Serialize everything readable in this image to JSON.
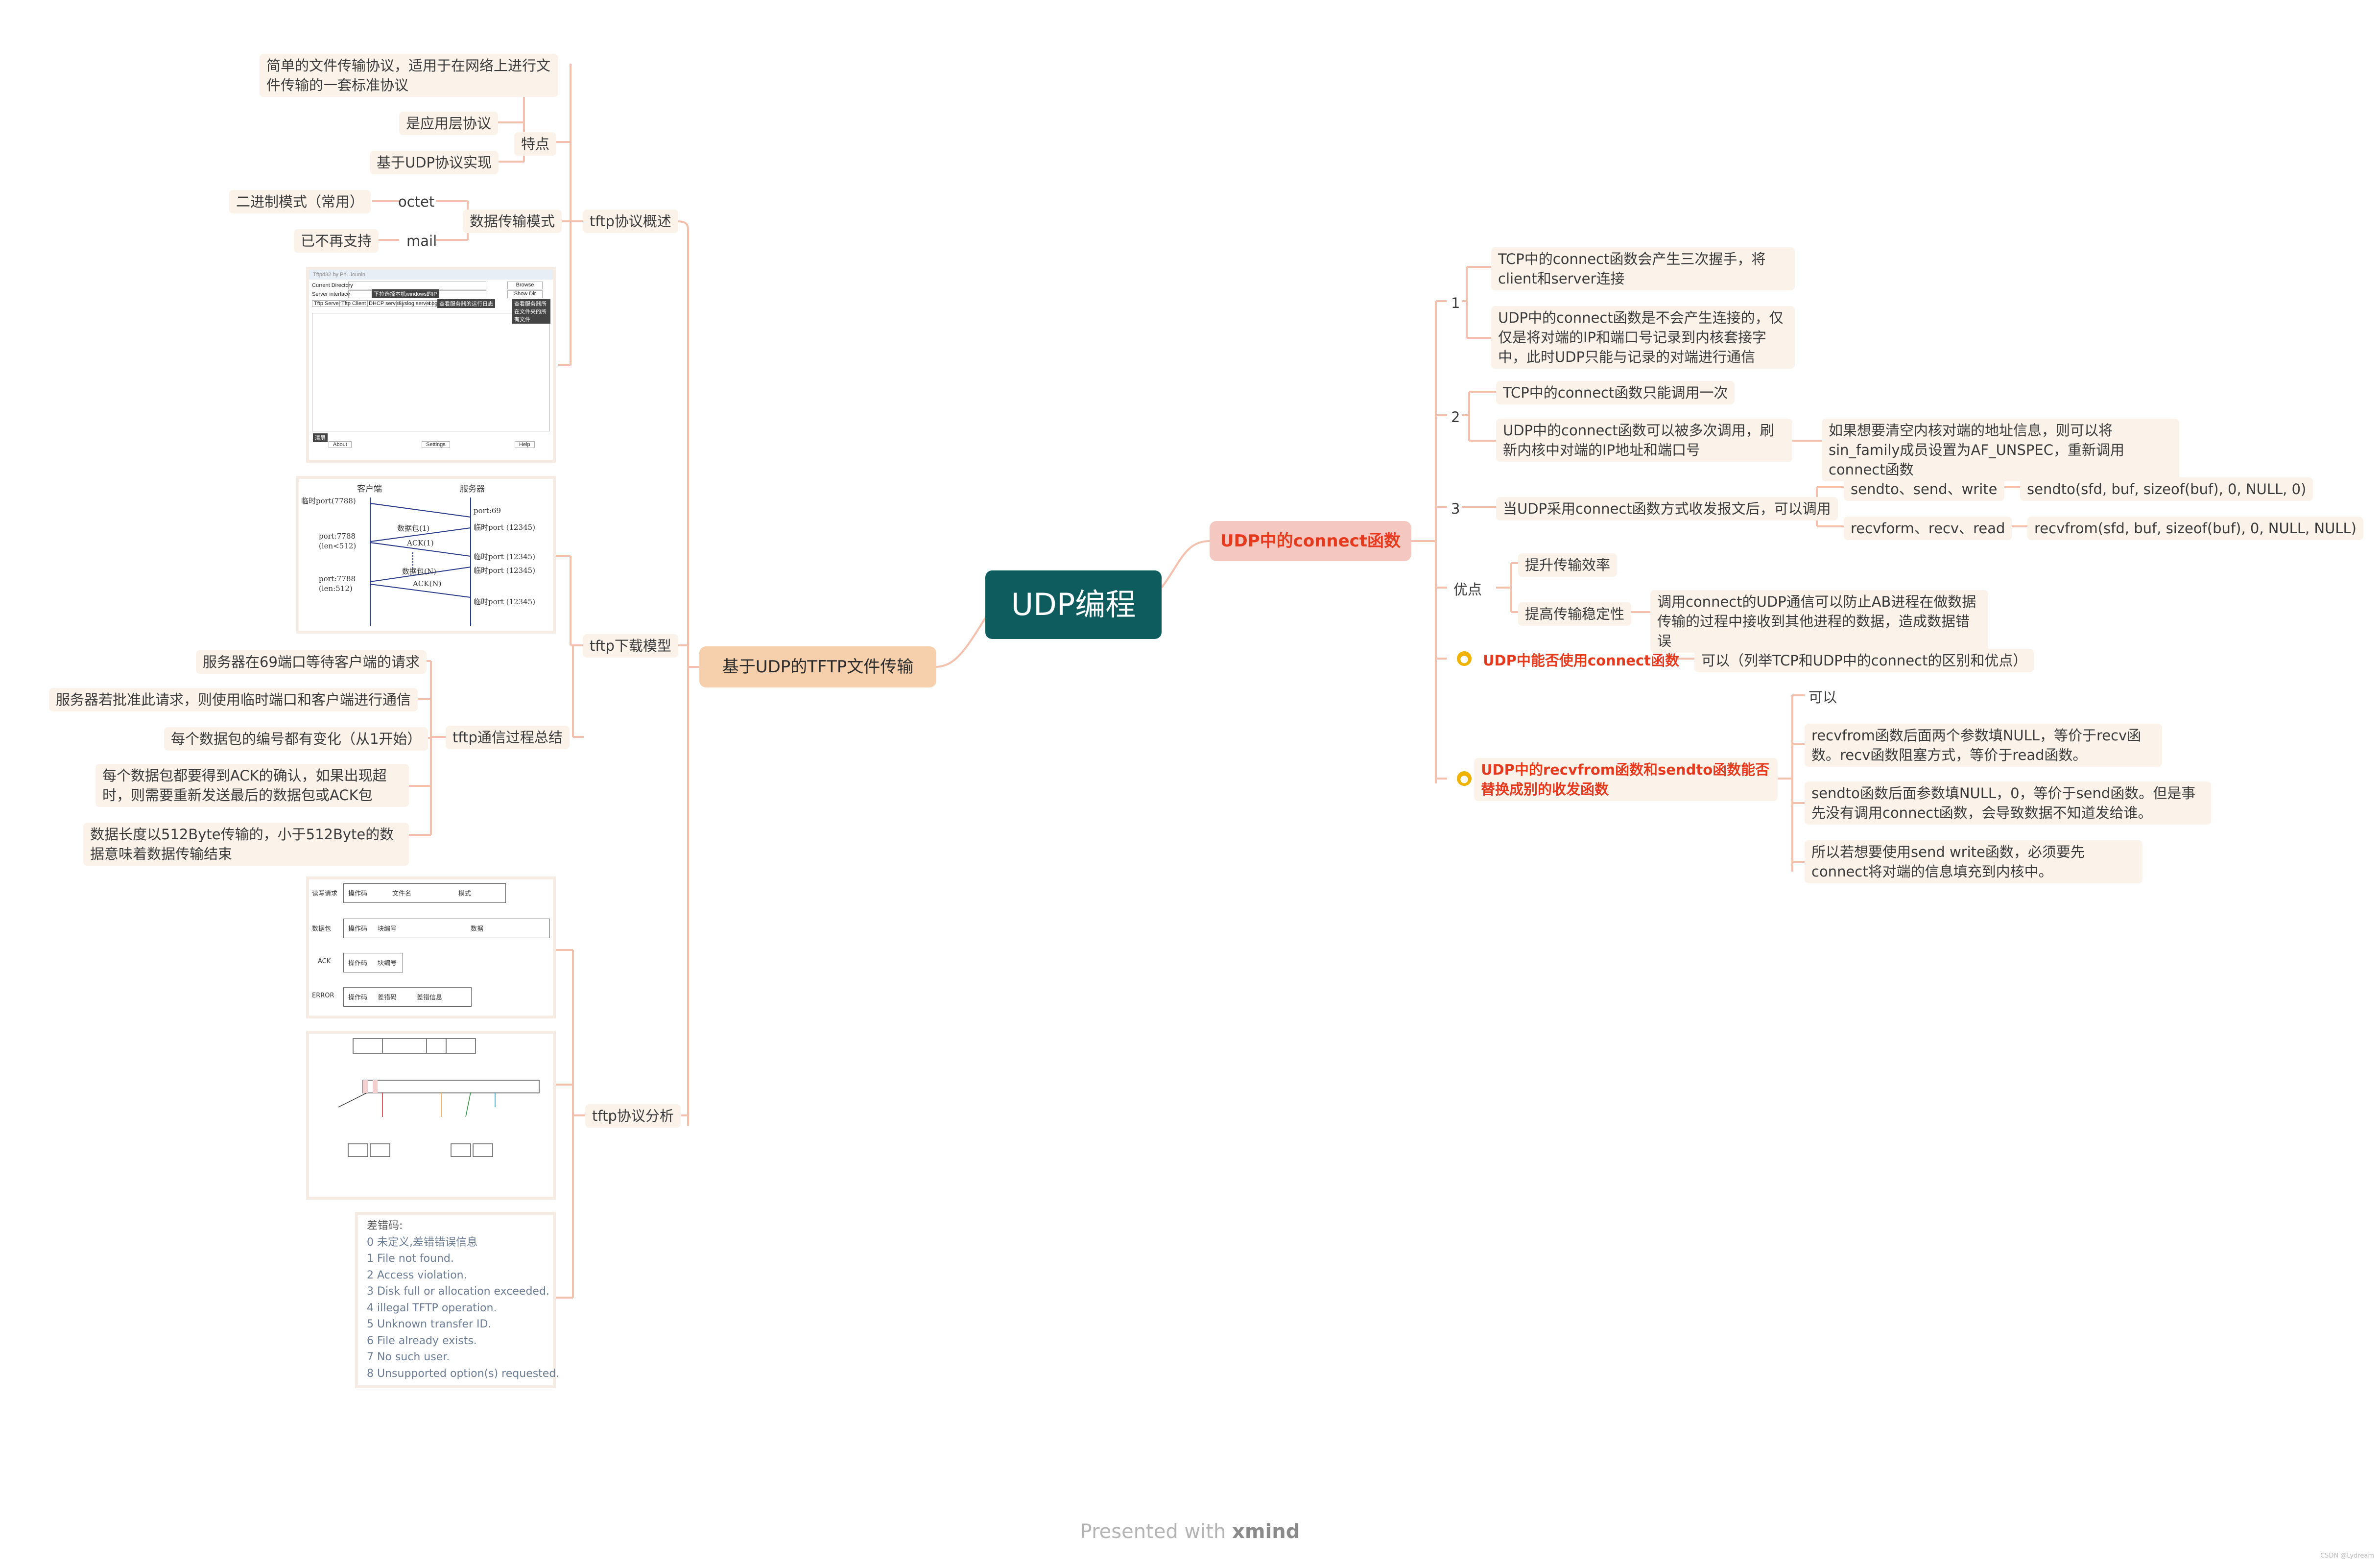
{
  "root": "UDP编程",
  "left": {
    "title": "基于UDP的TFTP文件传输",
    "overview": {
      "label": "tftp协议概述",
      "feature_label": "特点",
      "feature_desc": "简单的文件传输协议，适用于在网络上进行文件传输的一套标准协议",
      "feature_app": "是应用层协议",
      "feature_udp": "基于UDP协议实现",
      "mode_label": "数据传输模式",
      "octet": "octet",
      "octet_desc": "二进制模式（常用）",
      "mail": "mail",
      "mail_desc": "已不再支持"
    },
    "download": {
      "label": "tftp下载模型",
      "client": "客户端",
      "server": "服务器",
      "temp_port_left": "临时port(7788)",
      "port69": "port:69",
      "data1": "数据包(1)",
      "ack1": "ACK(1)",
      "dataN": "数据包(N)",
      "ackN": "ACK(N)",
      "temp12345": "临时port (12345)",
      "port7788": "port:7788",
      "len512": "(len<512)",
      "len512b": "(len:512)"
    },
    "summary": {
      "label": "tftp通信过程总结",
      "items": [
        "服务器在69端口等待客户端的请求",
        "服务器若批准此请求，则使用临时端口和客户端进行通信",
        "每个数据包的编号都有变化（从1开始）",
        "每个数据包都要得到ACK的确认，如果出现超时，则需要重新发送最后的数据包或ACK包",
        "数据长度以512Byte传输的，小于512Byte的数据意味着数据传输结束"
      ]
    },
    "analysis": {
      "label": "tftp协议分析",
      "errors": [
        "差错码:",
        "0 未定义,差错错误信息",
        "1 File not found.",
        "2 Access violation.",
        "3 Disk full or allocation exceeded.",
        "4 illegal TFTP operation.",
        "5 Unknown transfer ID.",
        "6 File already exists.",
        "7 No such user.",
        "8 Unsupported option(s) requested."
      ],
      "table_rows": [
        "读写请求",
        "数据包",
        "ACK",
        "ERROR"
      ],
      "table_op": [
        "操作码",
        "操作码",
        "操作码",
        "操作码"
      ],
      "table_cells": [
        "文件名",
        "模式",
        "块编号",
        "数据",
        "块编号",
        "差错码",
        "差错信息"
      ]
    },
    "tftpd": {
      "title": "Tftpd32 by Ph. Jounin",
      "current_dir": "Current Directory",
      "server_iface": "Server interface",
      "browse": "Browse",
      "show_dir": "Show Dir",
      "tabs": [
        "Tftp Server",
        "Tftp Client",
        "DHCP server",
        "Syslog server",
        "Log viewer"
      ],
      "about": "About",
      "settings": "Settings",
      "help": "Help",
      "tip1": "下拉选择本机windows的IP",
      "tip2": "查看服务器的运行日志",
      "tip3": "查看服务器所在文件夹的所有文件",
      "tip4": "清屏"
    }
  },
  "right": {
    "title": "UDP中的connect函数",
    "n1": "1",
    "n1_a": "TCP中的connect函数会产生三次握手，将client和server连接",
    "n1_b": "UDP中的connect函数是不会产生连接的，仅仅是将对端的IP和端口号记录到内核套接字中，此时UDP只能与记录的对端进行通信",
    "n2": "2",
    "n2_a": "TCP中的connect函数只能调用一次",
    "n2_b": "UDP中的connect函数可以被多次调用，刷新内核中对端的IP地址和端口号",
    "n2_c": "如果想要清空内核对端的地址信息，则可以将sin_family成员设置为AF_UNSPEC，重新调用connect函数",
    "n3": "3",
    "n3_a": "当UDP采用connect函数方式收发报文后，可以调用",
    "n3_send": "sendto、send、write",
    "n3_send_ex": "sendto(sfd, buf, sizeof(buf), 0, NULL, 0)",
    "n3_recv": "recvform、recv、read",
    "n3_recv_ex": "recvfrom(sfd, buf, sizeof(buf), 0, NULL, NULL)",
    "adv": "优点",
    "adv_a": "提升传输效率",
    "adv_b": "提高传输稳定性",
    "adv_b_desc": "调用connect的UDP通信可以防止AB进程在做数据传输的过程中接收到其他进程的数据，造成数据错误",
    "q1": "UDP中能否使用connect函数",
    "q1_a": "可以（列举TCP和UDP中的connect的区别和优点）",
    "q2": "UDP中的recvfrom函数和sendto函数能否替换成别的收发函数",
    "q2_a": "可以",
    "q2_b": "recvfrom函数后面两个参数填NULL，等价于recv函数。recv函数阻塞方式，等价于read函数。",
    "q2_c": "sendto函数后面参数填NULL，0，等价于send函数。但是事先没有调用connect函数，会导致数据不知道发给谁。",
    "q2_d": "所以若想要使用send write函数，必须要先connect将对端的信息填充到内核中。"
  },
  "footer": {
    "presented": "Presented with",
    "brand": "xmind"
  },
  "watermark": "CSDN @Lydream",
  "colors": {
    "root": "#0f5c5f",
    "left_branch": "#f6d0ad",
    "right_branch": "#f4c7c0",
    "highlight": "#e63a1e",
    "line": "#f2b7a8"
  }
}
